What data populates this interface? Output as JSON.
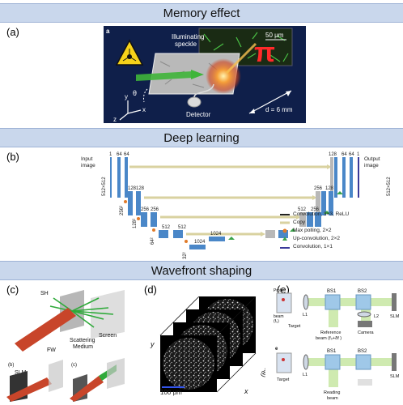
{
  "sections": {
    "memory_effect": "Memory effect",
    "deep_learning": "Deep learning",
    "wavefront_shaping": "Wavefront shaping"
  },
  "panels": {
    "a": "(a)",
    "b": "(b)",
    "c": "(c)",
    "d": "(d)",
    "e": "(e)"
  },
  "memory": {
    "corner_label": "a",
    "illuminating": "Illuminating",
    "speckle": "speckle",
    "scale": "50 μm",
    "pi_symbol": "π",
    "theta": "θ",
    "axis_y": "y",
    "axis_z": "z",
    "axis_x": "x",
    "detector": "Detector",
    "thickness": "d = 6 mm"
  },
  "unet": {
    "input_image_1": "Input",
    "input_image_2": "image",
    "output_image_1": "Output",
    "output_image_2": "image",
    "size_512": "512×512",
    "c64a": "64",
    "c64b": "64",
    "c1": "1",
    "c128a": "128",
    "c128b": "128",
    "s256": "256²",
    "c256a": "256",
    "c256b": "256",
    "s128": "128²",
    "c512a": "512",
    "c512b": "512",
    "s64": "64²",
    "c1024a": "1024",
    "c1024b": "1024",
    "s32": "32²",
    "r128a": "128",
    "r64a": "64",
    "r64b": "64",
    "r1": "1",
    "r256a": "256",
    "r128b": "128",
    "r512": "512",
    "r256b": "256",
    "legend": [
      "Convolution, 3×3, ReLU",
      "Copy",
      "Max polling, 2×2",
      "Up-convolution, 2×2",
      "Convolution, 1×1"
    ]
  },
  "wavefront": {
    "sh": "SH",
    "fw": "FW",
    "scattering_1": "Scattering",
    "scattering_2": "Medium",
    "screen": "Screen",
    "sub_b": "(b)",
    "sub_c": "(c)",
    "slm": "SLM",
    "axis_y": "y",
    "axis_x": "x",
    "theta_label": "(θx, θy)",
    "scale_bar": "100 μm",
    "holo": {
      "bs1": "BS1",
      "bs2": "BS2",
      "probe_1": "Probe",
      "probe_2": "beam",
      "probe_3": "(f₀)",
      "l1": "L1",
      "target": "Target",
      "reference_1": "Reference",
      "reference_2": "beam (f₀+δf )",
      "l2": "L2",
      "camera": "Camera",
      "slm": "SLM",
      "letter_e": "e",
      "bs1b": "BS1",
      "bs2b": "BS2",
      "l1b": "L1",
      "targetb": "Target",
      "reading_1": "Reading",
      "reading_2": "beam",
      "slmb": "SLM"
    }
  },
  "colors": {
    "banner": "#c9d7ec",
    "laser_green": "#3fb53a",
    "orange_glow": "#f5a03a",
    "unet_blue": "#4a87c8",
    "max_pool_orange": "#e07b2a",
    "upconv_green": "#3aa34a",
    "beam_green": "#cfeab0"
  }
}
